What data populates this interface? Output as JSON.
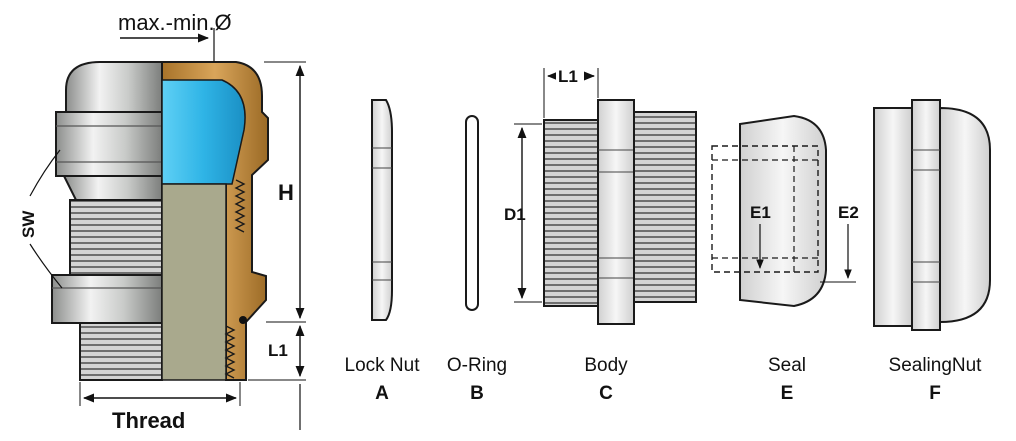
{
  "dimensions": {
    "max_min_dia": "max.-min.Ø",
    "H": "H",
    "SW": "SW",
    "L1_left": "L1",
    "L1_body": "L1",
    "D1": "D1",
    "E1": "E1",
    "E2": "E2",
    "thread": "Thread"
  },
  "parts": [
    {
      "name": "Lock Nut",
      "letter": "A"
    },
    {
      "name": "O-Ring",
      "letter": "B"
    },
    {
      "name": "Body",
      "letter": "C"
    },
    {
      "name": "Seal",
      "letter": "E"
    },
    {
      "name": "SealingNut",
      "letter": "F"
    }
  ],
  "colors": {
    "metal": "#c6c8c6",
    "metal_dark": "#8e908e",
    "seal_blue": "#3fc0ec",
    "brass": "#c6913f",
    "body_grey": "#a9a98d",
    "line": "#1a1a1a",
    "part_fill": "#e9e9e9"
  }
}
